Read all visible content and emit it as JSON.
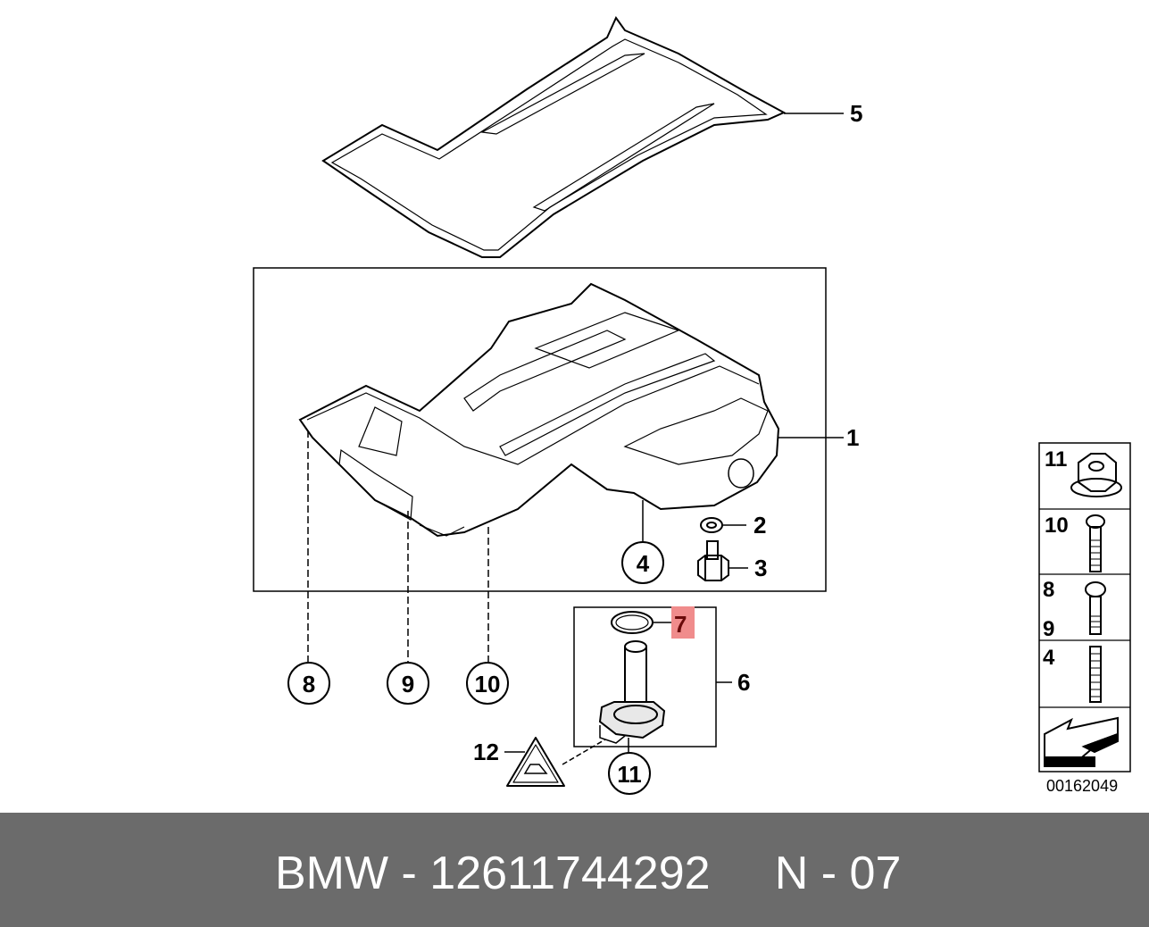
{
  "callouts": {
    "c1": "1",
    "c2": "2",
    "c3": "3",
    "c4": "4",
    "c5": "5",
    "c6": "6",
    "c7": "7",
    "c8": "8",
    "c9": "9",
    "c10": "10",
    "c11": "11",
    "c12": "12"
  },
  "side_panel": {
    "row1": "11",
    "row2": "10",
    "row3a": "8",
    "row3b": "9",
    "row4": "4"
  },
  "diagram_code": "00162049",
  "highlight_color": "#f08c8c",
  "footer": {
    "caption": "BMW - 12611744292     N - 07"
  }
}
